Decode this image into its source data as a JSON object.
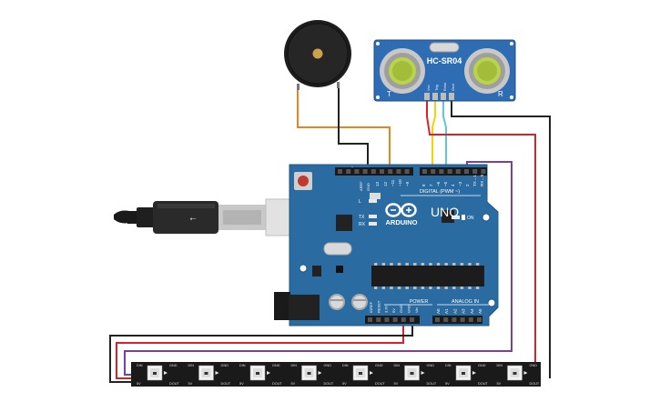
{
  "sensor": {
    "title": "HC-SR04",
    "left_letter": "T",
    "right_letter": "R",
    "pins": [
      "Vcc",
      "Trig",
      "Echo",
      "Gnd"
    ]
  },
  "arduino": {
    "brand": "ARDUINO",
    "model": "UNO",
    "digital_label": "DIGITAL (PWM ~)",
    "power_label": "POWER",
    "analog_label": "ANALOG IN",
    "on_label": "ON",
    "led_labels": [
      "L",
      "TX",
      "RX"
    ],
    "aref": "AREF",
    "gnd": "GND",
    "digital_pins": [
      "13",
      "12",
      "~11",
      "~10",
      "~9",
      "8",
      "7",
      "~6",
      "~5",
      "4",
      "~3",
      "2",
      "TX→1",
      "RX←0"
    ],
    "power_pins": [
      "IOREF",
      "RESET",
      "3.3V",
      "5V",
      "GND",
      "GND",
      "Vin"
    ],
    "analog_pins": [
      "A0",
      "A1",
      "A2",
      "A3",
      "A4",
      "A5"
    ]
  },
  "strip": {
    "pixel_labels": [
      "DIN",
      "5V",
      "GND",
      "DOUT"
    ]
  },
  "colors": {
    "board": "#2a6ba1",
    "wire_orange": "#e8841f",
    "wire_red": "#d3242a",
    "wire_purple": "#7b3f9e",
    "wire_yellow": "#f2d20c",
    "wire_cyan": "#5fc6d9",
    "wire_black": "#222222"
  }
}
